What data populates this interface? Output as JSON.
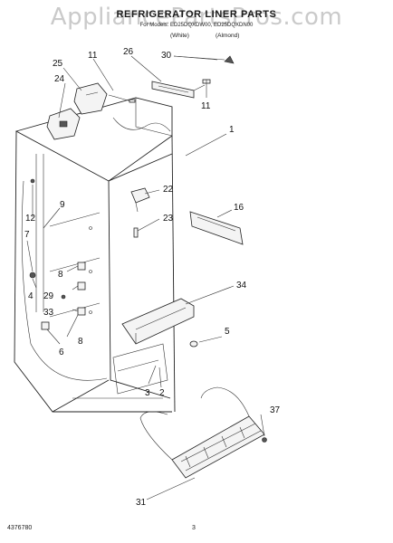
{
  "watermark": "AppliancePartsPros.com",
  "title": "REFRIGERATOR LINER PARTS",
  "subtitle": "For Models: ED25DQXDW00, ED25DQXDN00",
  "variants": [
    "(White)",
    "(Almond)"
  ],
  "callouts": {
    "c1": "1",
    "c2": "2",
    "c3": "3",
    "c4": "4",
    "c5": "5",
    "c6": "6",
    "c7": "7",
    "c8a": "8",
    "c8b": "8",
    "c9": "9",
    "c11a": "11",
    "c11b": "11",
    "c12": "12",
    "c16": "16",
    "c22": "22",
    "c23": "23",
    "c24": "24",
    "c25": "25",
    "c26": "26",
    "c29": "29",
    "c30": "30",
    "c31": "31",
    "c33": "33",
    "c34": "34",
    "c37": "37"
  },
  "footer": {
    "doc_number": "4376780",
    "page_number": "3"
  }
}
